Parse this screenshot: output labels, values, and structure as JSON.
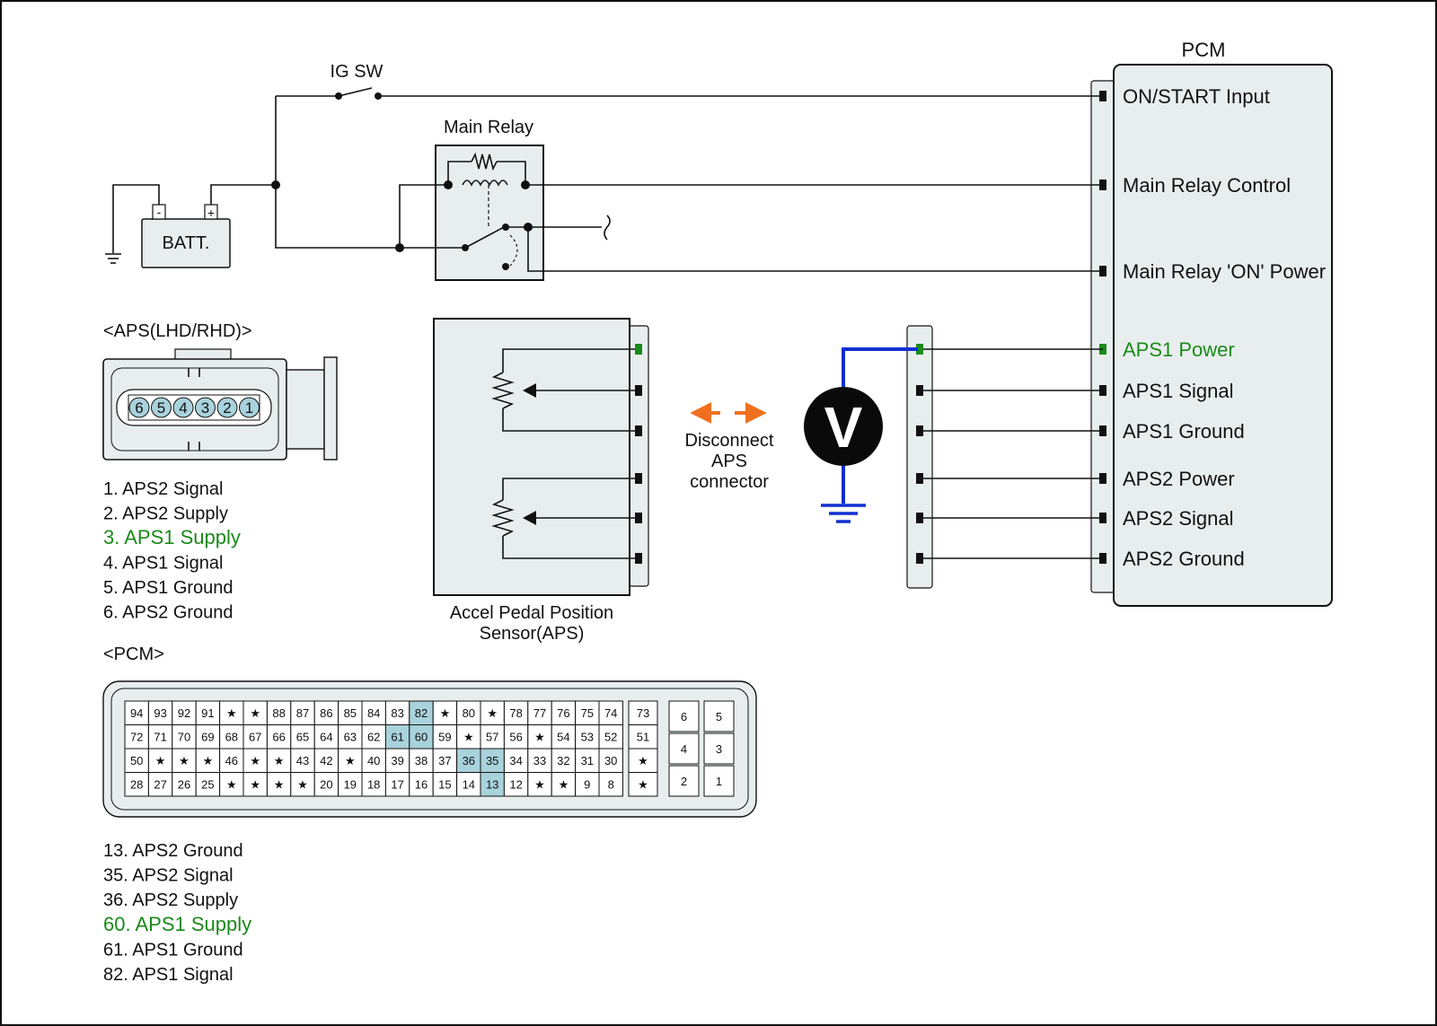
{
  "labels": {
    "ig_sw": "IG SW",
    "main_relay": "Main Relay",
    "batt": "BATT.",
    "batt_minus": "-",
    "batt_plus": "+",
    "pcm_title": "PCM",
    "aps_connector_title": "<APS(LHD/RHD)>",
    "aps_sensor_line1": "Accel Pedal Position",
    "aps_sensor_line2": "Sensor(APS)",
    "disconnect_line1": "Disconnect",
    "disconnect_line2": "APS",
    "disconnect_line3": "connector",
    "pcm_connector_title": "<PCM>",
    "voltmeter": "V"
  },
  "pcm_terminals": [
    {
      "label": "ON/START Input",
      "highlight": false
    },
    {
      "label": "Main Relay Control",
      "highlight": false
    },
    {
      "label": "Main Relay 'ON' Power",
      "highlight": false
    },
    {
      "label": "APS1 Power",
      "highlight": true
    },
    {
      "label": "APS1 Signal",
      "highlight": false
    },
    {
      "label": "APS1 Ground",
      "highlight": false
    },
    {
      "label": "APS2 Power",
      "highlight": false
    },
    {
      "label": "APS2 Signal",
      "highlight": false
    },
    {
      "label": "APS2 Ground",
      "highlight": false
    }
  ],
  "aps_connector_pins": [
    "6",
    "5",
    "4",
    "3",
    "2",
    "1"
  ],
  "aps_pin_list": [
    {
      "text": "1. APS2 Signal",
      "highlight": false
    },
    {
      "text": "2. APS2 Supply",
      "highlight": false
    },
    {
      "text": "3. APS1 Supply",
      "highlight": true
    },
    {
      "text": "4. APS1 Signal",
      "highlight": false
    },
    {
      "text": "5. APS1 Ground",
      "highlight": false
    },
    {
      "text": "6. APS2 Ground",
      "highlight": false
    }
  ],
  "pcm_connector": {
    "rows": [
      [
        "94",
        "93",
        "92",
        "91",
        "★",
        "★",
        "88",
        "87",
        "86",
        "85",
        "84",
        "83",
        "82",
        "★",
        "80",
        "★",
        "78",
        "77",
        "76",
        "75",
        "74"
      ],
      [
        "72",
        "71",
        "70",
        "69",
        "68",
        "67",
        "66",
        "65",
        "64",
        "63",
        "62",
        "61",
        "60",
        "59",
        "★",
        "57",
        "56",
        "★",
        "54",
        "53",
        "52"
      ],
      [
        "50",
        "★",
        "★",
        "★",
        "46",
        "★",
        "★",
        "43",
        "42",
        "★",
        "40",
        "39",
        "38",
        "37",
        "36",
        "35",
        "34",
        "33",
        "32",
        "31",
        "30"
      ],
      [
        "28",
        "27",
        "26",
        "25",
        "★",
        "★",
        "★",
        "★",
        "20",
        "19",
        "18",
        "17",
        "16",
        "15",
        "14",
        "13",
        "12",
        "★",
        "★",
        "9",
        "8"
      ]
    ],
    "side_column": [
      "73",
      "51",
      "★",
      "★"
    ],
    "right_block": [
      [
        "6",
        "5"
      ],
      [
        "4",
        "3"
      ],
      [
        "2",
        "1"
      ]
    ],
    "highlighted": [
      "82",
      "61",
      "60",
      "36",
      "35",
      "13"
    ]
  },
  "pcm_pin_list": [
    {
      "text": "13. APS2 Ground",
      "highlight": false
    },
    {
      "text": "35. APS2 Signal",
      "highlight": false
    },
    {
      "text": "36. APS2 Supply",
      "highlight": false
    },
    {
      "text": "60. APS1 Supply",
      "highlight": true
    },
    {
      "text": "61. APS1 Ground",
      "highlight": false
    },
    {
      "text": "82. APS1 Signal",
      "highlight": false
    }
  ],
  "colors": {
    "highlight_text": "#1a8a1a",
    "highlight_cell": "#a8d2dc",
    "probe_wire": "#1030d0",
    "arrow": "#f07020",
    "panel_fill": "#e8eeee"
  }
}
